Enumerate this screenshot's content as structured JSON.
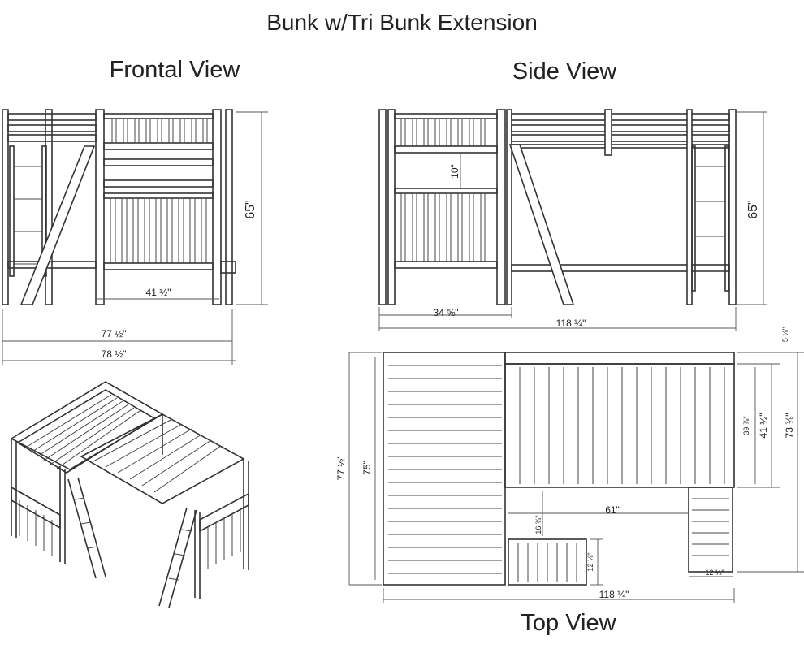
{
  "title": "Bunk w/Tri Bunk Extension",
  "views": {
    "frontal": "Frontal View",
    "side": "Side View",
    "top": "Top View"
  },
  "dimensions": {
    "frontal_height": "65\"",
    "frontal_inner": "41 ½\"",
    "frontal_width_1": "77 ½\"",
    "frontal_width_2": "78 ½\"",
    "side_height": "65\"",
    "side_gap": "10\"",
    "side_ladder": "34 ⅝\"",
    "side_length": "118 ¼\"",
    "top_5": "5 ⅛\"",
    "top_39": "39 ⅞\"",
    "top_41": "41 ½\"",
    "top_73": "73 ⅜\"",
    "top_77": "77 ½\"",
    "top_75": "75\"",
    "top_61": "61\"",
    "top_16": "16 ¾\"",
    "top_12a": "12 ⅛\"",
    "top_12b": "12 ⅛\"",
    "top_118": "118 ¼\""
  }
}
